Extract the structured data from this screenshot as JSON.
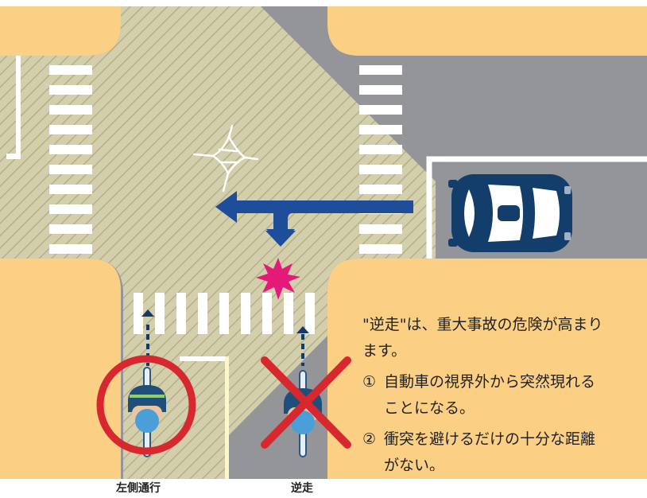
{
  "scene": {
    "palette": {
      "road": "#939598",
      "sidewalk": "#fbd085",
      "hatch_fill": "#d3ceab",
      "hatch_line": "#b2ab83",
      "car": "#133d6a",
      "arrow": "#1e4d99",
      "collision": "#e4197a",
      "correct_ring": "#d7282f",
      "wrong_cross": "#d7282f",
      "cyclist_helmet": "#21527d",
      "cyclist_body": "#4b9fd8",
      "cyclist_shirt": "#32a8cb",
      "crossing_stripe": "#ffffff"
    },
    "icons": [
      "car-icon",
      "collision-star-icon",
      "cyclist-icon",
      "circle-ok-icon",
      "cross-ng-icon",
      "direction-arrow-icon"
    ]
  },
  "labels": {
    "left_side": "左側通行",
    "wrong_way": "逆走"
  },
  "note": {
    "heading": "\"逆走\"は、重大事故の危険が高まり",
    "heading_cont": "ます。",
    "items": [
      {
        "num": "①",
        "line1": "自動車の視界外から突然現れる",
        "line2": "ことになる。"
      },
      {
        "num": "②",
        "line1": "衝突を避けるだけの十分な距離",
        "line2": "がない。"
      }
    ]
  }
}
